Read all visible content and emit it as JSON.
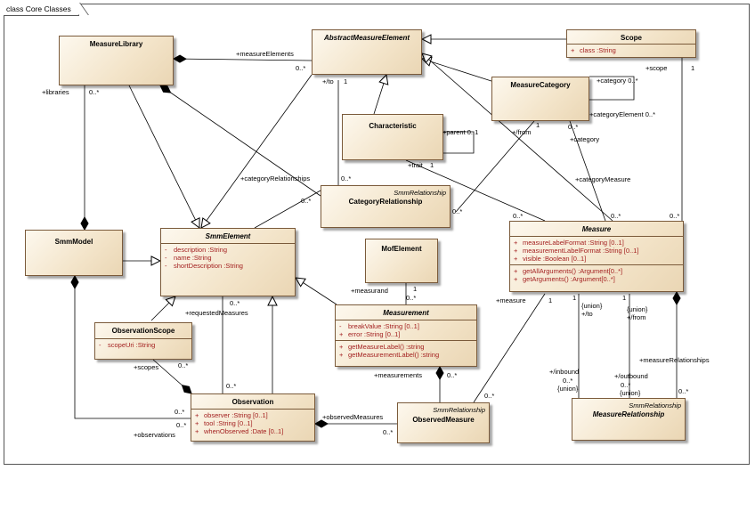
{
  "frame_title": "class Core Classes",
  "classes": {
    "measure_library": {
      "name": "MeasureLibrary"
    },
    "abstract_measure_element": {
      "name": "AbstractMeasureElement"
    },
    "scope": {
      "name": "Scope",
      "attributes": [
        {
          "vis": "+",
          "text": "class :String"
        }
      ]
    },
    "measure_category": {
      "name": "MeasureCategory"
    },
    "characteristic": {
      "name": "Characteristic"
    },
    "category_relationship": {
      "stereotype": "SmmRelationship",
      "name": "CategoryRelationship"
    },
    "smm_model": {
      "name": "SmmModel"
    },
    "smm_element": {
      "name": "SmmElement",
      "attributes": [
        {
          "vis": "-",
          "text": "description :String"
        },
        {
          "vis": "-",
          "text": "name :String"
        },
        {
          "vis": "-",
          "text": "shortDescription :String"
        }
      ]
    },
    "mof_element": {
      "name": "MofElement"
    },
    "measure": {
      "name": "Measure",
      "attributes": [
        {
          "vis": "+",
          "text": "measureLabelFormat :String [0..1]"
        },
        {
          "vis": "+",
          "text": "measurementLabelFormat :String [0..1]"
        },
        {
          "vis": "+",
          "text": "visible :Boolean [0..1]"
        }
      ],
      "operations": [
        {
          "vis": "+",
          "text": "getAllArguments() :Argument[0..*]"
        },
        {
          "vis": "+",
          "text": "getArguments() :Argument[0..*]"
        }
      ]
    },
    "observation_scope": {
      "name": "ObservationScope",
      "attributes": [
        {
          "vis": "-",
          "text": "scopeUri :String"
        }
      ]
    },
    "measurement": {
      "name": "Measurement",
      "attributes": [
        {
          "vis": "-",
          "text": "breakValue :String [0..1]"
        },
        {
          "vis": "+",
          "text": "error :String [0..1]"
        }
      ],
      "operations": [
        {
          "vis": "+",
          "text": "getMeasureLabel() :string"
        },
        {
          "vis": "+",
          "text": "getMeasurementLabel() :string"
        }
      ]
    },
    "observation": {
      "name": "Observation",
      "attributes": [
        {
          "vis": "+",
          "text": "observer :String [0..1]"
        },
        {
          "vis": "+",
          "text": "tool :String [0..1]"
        },
        {
          "vis": "+",
          "text": "whenObserved :Date [0..1]"
        }
      ]
    },
    "observed_measure": {
      "stereotype": "SmmRelationship",
      "name": "ObservedMeasure"
    },
    "measure_relationship": {
      "stereotype": "SmmRelationship",
      "name": "MeasureRelationship"
    }
  },
  "edge_labels": {
    "measure_elements": "+measureElements",
    "m_0n_a": "0..*",
    "libraries": "+libraries",
    "m_0n_b": "0..*",
    "to": "+/to",
    "m_1_a": "1",
    "scope_role": "+scope",
    "m_1_b": "1",
    "category": "+category 0..*",
    "parent": "+parent 0..1",
    "category_element": "+categoryElement 0..*",
    "from": "+/from",
    "m_1_c": "1",
    "m_0n_c": "0..*",
    "category_role": "+category",
    "trait": "+trait",
    "m_1_d": "1",
    "category_relationships": "+categoryRelationships",
    "m_0n_d": "0..*",
    "category_measure": "+categoryMeasure",
    "m_0n_e": "0..*",
    "m_0n_f": "0..*",
    "m_0n_g": "0..*",
    "m_0n_h": "0..*",
    "m_0n_i": "0..*",
    "measurand": "+measurand",
    "m_1_e": "1",
    "m_0n_j": "0..*",
    "m_0n_k": "0..*",
    "requested_measures": "+requestedMeasures",
    "m_0n_l": "0..*",
    "measure_role": "+measure",
    "m_1_f": "1",
    "m_1_g": "1",
    "m_1_h": "1",
    "union_a": "{union}",
    "to_b": "+/to",
    "from_b": "+/from",
    "union_b": "{union}",
    "measure_relationships": "+measureRelationships",
    "scopes": "+scopes",
    "m_0n_m": "0..*",
    "measurements": "+measurements",
    "m_0n_n": "0..*",
    "inbound": "+/inbound",
    "m_0n_o": "0..*",
    "union_c": "{union}",
    "outbound": "+/outbound",
    "m_0n_p": "0..*",
    "union_d": "{union}",
    "m_0n_q": "0..*",
    "m_0n_r": "0..*",
    "observed_measures": "+observedMeasures",
    "m_0n_s": "0..*",
    "observations": "+observations",
    "m_0n_t": "0..*",
    "m_0n_u": "0..*"
  },
  "colors": {
    "attribute_text": "#a31f1f",
    "box_border": "#7a5a3a",
    "box_fill": "#f3e4c9"
  }
}
